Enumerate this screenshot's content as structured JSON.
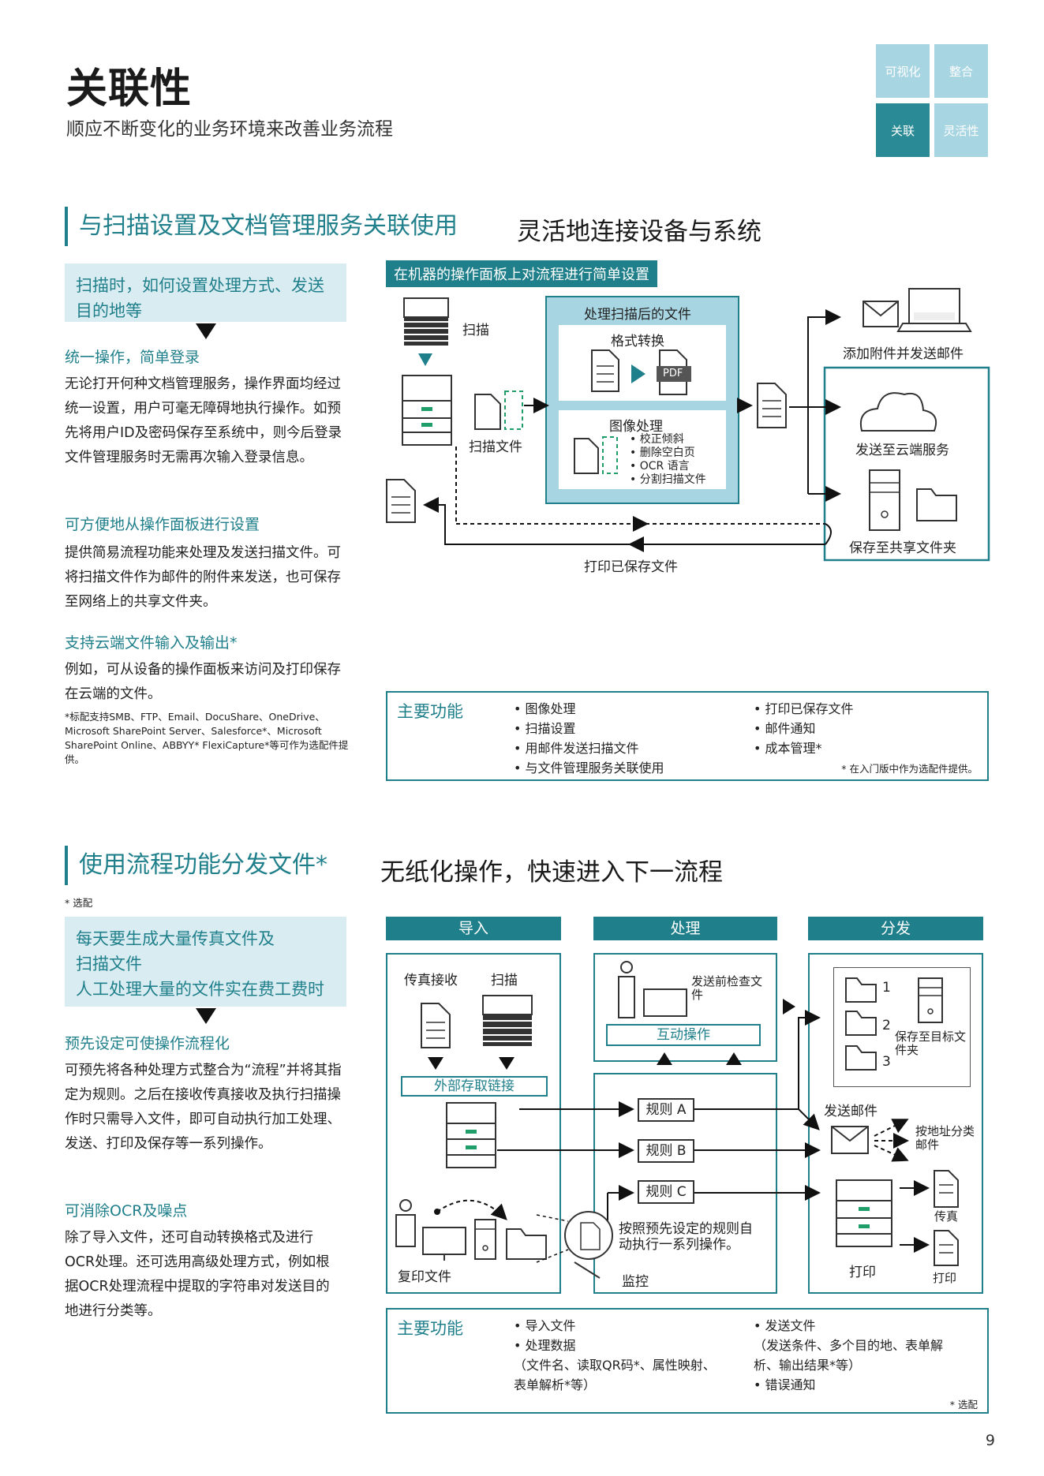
{
  "header": {
    "title": "关联性",
    "subtitle": "顺应不断变化的业务环境来改善业务流程",
    "nav": [
      "可视化",
      "整合",
      "关联",
      "灵活性"
    ],
    "colors": {
      "accent": "#1f7f8a",
      "tile_light": "#a8d5e2",
      "tile_dark": "#2a8a95"
    }
  },
  "section1": {
    "heading": "与扫描设置及文档管理服务关联使用",
    "slogan": "灵活地连接设备与系统",
    "issue": "扫描时，如何设置处理方式、发送目的地等",
    "points": [
      {
        "title": "统一操作，简单登录",
        "text": "无论打开何种文档管理服务，操作界面均经过统一设置，用户可毫无障碍地执行操作。如预先将用户ID及密码保存至系统中，则今后登录文件管理服务时无需再次输入登录信息。"
      },
      {
        "title": "可方便地从操作面板进行设置",
        "text": "提供简易流程功能来处理及发送扫描文件。可将扫描文件作为邮件的附件来发送，也可保存至网络上的共享文件夹。"
      },
      {
        "title": "支持云端文件输入及输出*",
        "text": "例如，可从设备的操作面板来访问及打印保存在云端的文件。"
      }
    ],
    "footnote": "*标配支持SMB、FTP、Email、DocuShare、OneDrive、Microsoft SharePoint Server、Salesforce*、Microsoft SharePoint Online、ABBYY* FlexiCapture*等可作为选配件提供。",
    "diagram": {
      "bar": "在机器的操作面板上对流程进行简单设置",
      "scan": "扫描",
      "scan_file": "扫描文件",
      "process_title": "处理扫描后的文件",
      "format_convert": "格式转换",
      "pdf": "PDF",
      "image_process": "图像处理",
      "image_items": [
        "• 校正倾斜",
        "• 删除空白页",
        "• OCR 语言",
        "• 分割扫描文件"
      ],
      "mail": "添加附件并发送邮件",
      "cloud": "发送至云端服务",
      "share": "保存至共享文件夹",
      "print_saved": "打印已保存文件"
    },
    "functions": {
      "title": "主要功能",
      "col1": [
        "• 图像处理",
        "• 扫描设置",
        "• 用邮件发送扫描文件",
        "• 与文件管理服务关联使用"
      ],
      "col2": [
        "• 打印已保存文件",
        "• 邮件通知",
        "• 成本管理*"
      ],
      "note": "* 在入门版中作为选配件提供。"
    }
  },
  "section2": {
    "heading": "使用流程功能分发文件*",
    "heading_note": "* 选配",
    "slogan": "无纸化操作，快速进入下一流程",
    "issue_lines": [
      "每天要生成大量传真文件及",
      "扫描文件",
      "人工处理大量的文件实在费工费时"
    ],
    "points": [
      {
        "title": "预先设定可使操作流程化",
        "text": "可预先将各种处理方式整合为“流程”并将其指定为规则。之后在接收传真接收及执行扫描操作时只需导入文件，即可自动执行加工处理、发送、打印及保存等一系列操作。"
      },
      {
        "title": "可消除OCR及噪点",
        "text": "除了导入文件，还可自动转换格式及进行OCR处理。还可选用高级处理方式，例如根据OCR处理流程中提取的字符串对发送目的地进行分类等。"
      }
    ],
    "diagram": {
      "col_import": "导入",
      "col_process": "处理",
      "col_distribute": "分发",
      "fax_receive": "传真接收",
      "scan": "扫描",
      "ext_link": "外部存取链接",
      "copy_file": "复印文件",
      "check_before_send": "发送前检查文件",
      "interactive": "互动操作",
      "rule_a": "规则 A",
      "rule_b": "规则 B",
      "rule_c": "规则 C",
      "auto_exec": "按照预先设定的规则自动执行一系列操作。",
      "monitor": "监控",
      "folder_nums": [
        "1",
        "2",
        "3"
      ],
      "save_target": "保存至目标文件夹",
      "send_mail": "发送邮件",
      "sort_mail": "按地址分类邮件",
      "fax": "传真",
      "print": "打印",
      "print2": "打印"
    },
    "functions": {
      "title": "主要功能",
      "col1": [
        "• 导入文件",
        "• 处理数据",
        "（文件名、读取QR码*、属性映射、",
        "  表单解析*等）"
      ],
      "col2": [
        "• 发送文件",
        "（发送条件、多个目的地、表单解",
        "  析、输出结果*等）",
        "• 错误通知"
      ],
      "note": "* 选配"
    }
  },
  "page_number": "9"
}
